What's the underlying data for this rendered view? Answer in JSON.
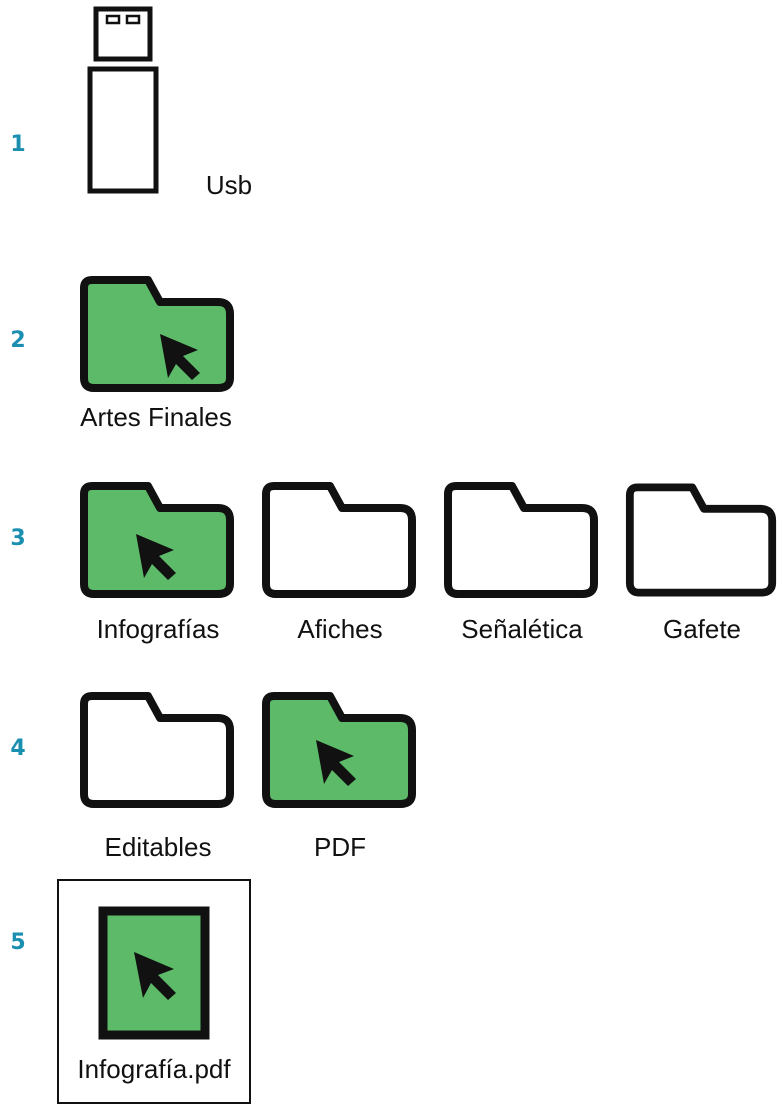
{
  "colors": {
    "step_number": "#1a8fb0",
    "selected_fill": "#5cba68",
    "outline": "#111111",
    "unselected_fill": "#ffffff"
  },
  "steps": [
    {
      "number": "1",
      "items": [
        {
          "label": "Usb",
          "icon": "usb-drive-icon",
          "selected": false
        }
      ]
    },
    {
      "number": "2",
      "items": [
        {
          "label": "Artes Finales",
          "icon": "folder-icon",
          "selected": true
        }
      ]
    },
    {
      "number": "3",
      "items": [
        {
          "label": "Infografías",
          "icon": "folder-icon",
          "selected": true
        },
        {
          "label": "Afiches",
          "icon": "folder-icon",
          "selected": false
        },
        {
          "label": "Señalética",
          "icon": "folder-icon",
          "selected": false
        },
        {
          "label": "Gafete",
          "icon": "folder-icon",
          "selected": false
        }
      ]
    },
    {
      "number": "4",
      "items": [
        {
          "label": "Editables",
          "icon": "folder-icon",
          "selected": false
        },
        {
          "label": "PDF",
          "icon": "folder-icon",
          "selected": true
        }
      ]
    },
    {
      "number": "5",
      "items": [
        {
          "label": "Infografía.pdf",
          "icon": "pdf-file-icon",
          "selected": true
        }
      ]
    }
  ]
}
